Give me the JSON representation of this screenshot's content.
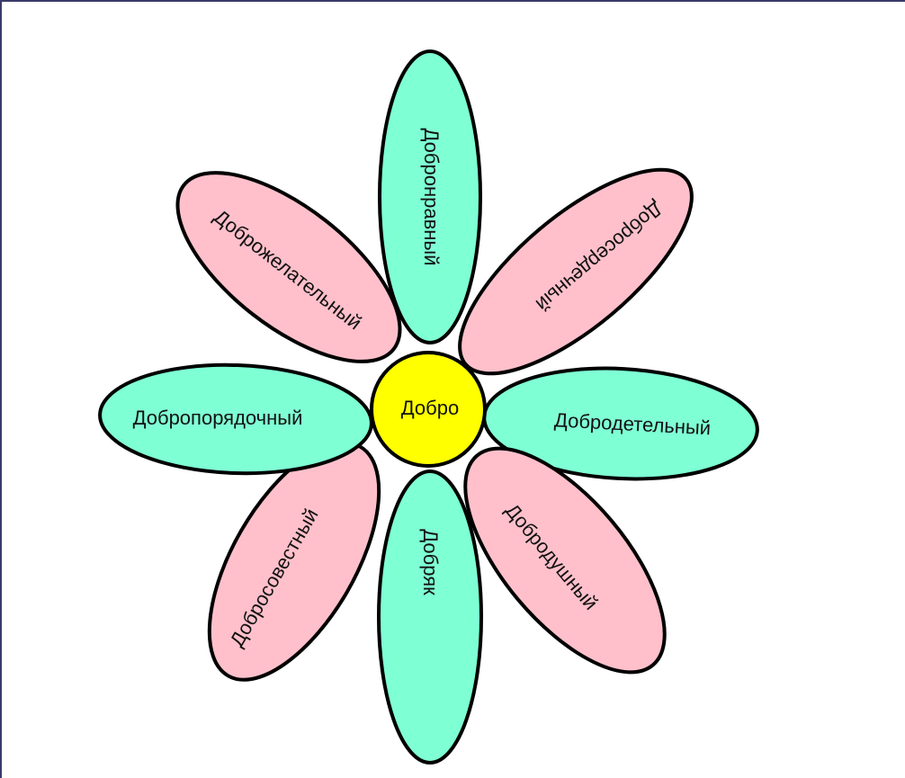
{
  "center": {
    "label": "Добро",
    "color": "#ffff00"
  },
  "petal_colors": {
    "pink": "#ffc0cb",
    "mint": "#7fffd4",
    "outline": "#000000"
  },
  "petals": [
    {
      "label": "Добронравный",
      "color": "mint"
    },
    {
      "label": "Добросердечный",
      "color": "pink"
    },
    {
      "label": "Добродетельный",
      "color": "mint"
    },
    {
      "label": "Добродушный",
      "color": "pink"
    },
    {
      "label": "Добряк",
      "color": "mint"
    },
    {
      "label": "Добросовестный",
      "color": "pink"
    },
    {
      "label": "Добропорядочный",
      "color": "mint"
    },
    {
      "label": "Доброжелательный",
      "color": "pink"
    }
  ]
}
